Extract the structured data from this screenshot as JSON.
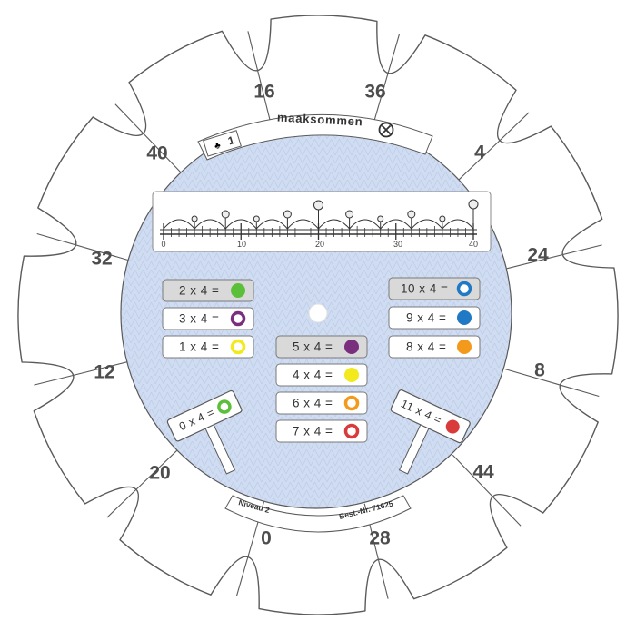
{
  "header": {
    "title": "maaksommen",
    "level_badge": "1",
    "close_symbol": "⊗"
  },
  "footer": {
    "level": "Niveau 2",
    "order_number": "Best.-Nr. 71625"
  },
  "answers": [
    "16",
    "36",
    "4",
    "24",
    "8",
    "44",
    "28",
    "0",
    "20",
    "12",
    "32",
    "40"
  ],
  "number_line": {
    "labels": [
      "0",
      "10",
      "20",
      "30",
      "40"
    ]
  },
  "exercises": {
    "left": [
      {
        "text": "2 x 4 =",
        "color": "#5cbf3a",
        "style": "filled",
        "shaded": true
      },
      {
        "text": "3 x 4 =",
        "color": "#7a2f7e",
        "style": "ring",
        "shaded": false
      },
      {
        "text": "1 x 4 =",
        "color": "#f2ea1d",
        "style": "ring",
        "shaded": false
      }
    ],
    "center": [
      {
        "text": "5 x 4 =",
        "color": "#7a2f7e",
        "style": "filled",
        "shaded": true
      },
      {
        "text": "4 x 4 =",
        "color": "#f2ea1d",
        "style": "filled",
        "shaded": false
      },
      {
        "text": "6 x 4 =",
        "color": "#f39a1c",
        "style": "ring",
        "shaded": false
      },
      {
        "text": "7 x 4 =",
        "color": "#d93a3a",
        "style": "ring",
        "shaded": false
      }
    ],
    "right": [
      {
        "text": "10 x 4 =",
        "color": "#1f79c4",
        "style": "ring",
        "shaded": true
      },
      {
        "text": "9 x 4 =",
        "color": "#1f79c4",
        "style": "filled",
        "shaded": false
      },
      {
        "text": "8 x 4 =",
        "color": "#f39a1c",
        "style": "filled",
        "shaded": false
      }
    ],
    "sign_left": {
      "text": "0 x 4 =",
      "color": "#5cbf3a",
      "style": "ring"
    },
    "sign_right": {
      "text": "11 x 4 =",
      "color": "#d93a3a",
      "style": "filled"
    }
  },
  "colors": {
    "disk": "#cfdcf1",
    "label_bg": "#ffffff",
    "label_shaded": "#d9d9d9",
    "outline": "#4d4d4d",
    "number_text": "#4d4d4d"
  }
}
